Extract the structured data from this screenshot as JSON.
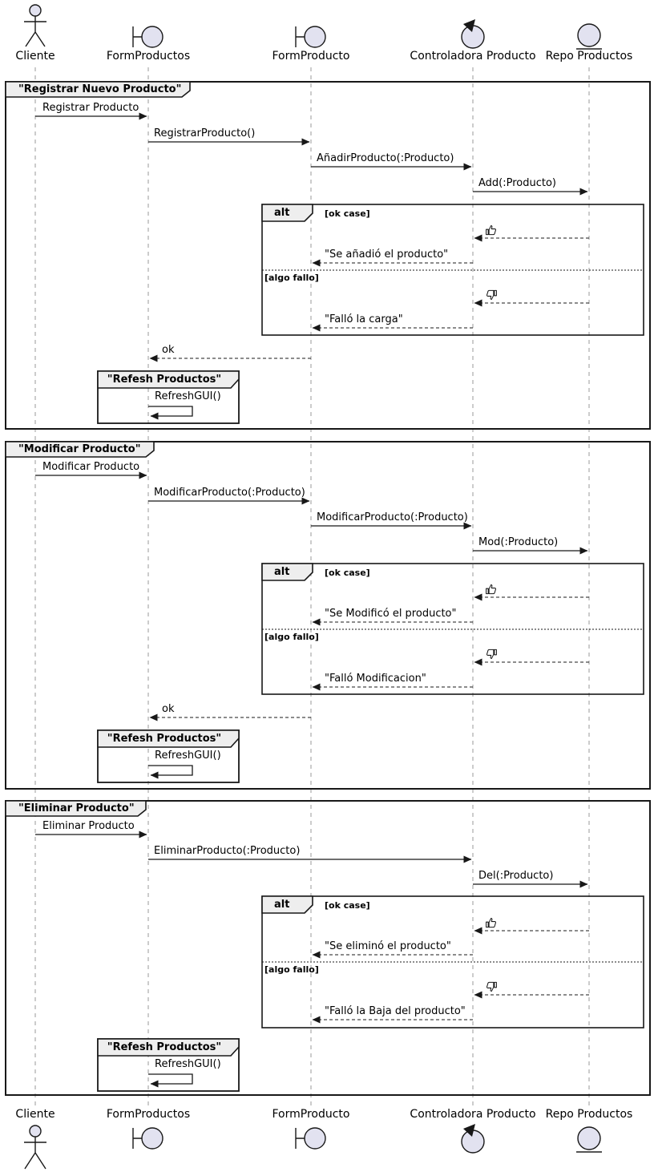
{
  "colors": {
    "line": "#181818",
    "participant_fill": "#E2E2F0",
    "frame_label_bg": "#EEEEEE",
    "lifeline": "#999999",
    "background": "#ffffff"
  },
  "participants": [
    {
      "label": "Cliente",
      "icon": "actor-icon"
    },
    {
      "label": "FormProductos",
      "icon": "boundary-icon"
    },
    {
      "label": "FormProducto",
      "icon": "boundary-icon"
    },
    {
      "label": "Controladora Producto",
      "icon": "control-icon"
    },
    {
      "label": "Repo Productos",
      "icon": "entity-icon"
    }
  ],
  "frames": [
    {
      "title": "\"Registrar Nuevo Producto\"",
      "messages": [
        "Registrar Producto",
        "RegistrarProducto()",
        "AñadirProducto(:Producto)",
        "Add(:Producto)"
      ],
      "alt": {
        "operator": "alt",
        "ok_guard": "[ok case]",
        "ok_icon": "thumbs-up-icon",
        "ok_reply": "\"Se añadió el producto\"",
        "fail_guard": "[algo fallo]",
        "fail_icon": "thumbs-down-icon",
        "fail_reply": "\"Falló la carga\""
      },
      "ok_reply": "ok",
      "refresh": {
        "title": "\"Refesh Productos\"",
        "message": "RefreshGUI()"
      }
    },
    {
      "title": "\"Modificar Producto\"",
      "messages": [
        "Modificar Producto",
        "ModificarProducto(:Producto)",
        "ModificarProducto(:Producto)",
        "Mod(:Producto)"
      ],
      "alt": {
        "operator": "alt",
        "ok_guard": "[ok case]",
        "ok_icon": "thumbs-up-icon",
        "ok_reply": "\"Se Modificó el producto\"",
        "fail_guard": "[algo fallo]",
        "fail_icon": "thumbs-down-icon",
        "fail_reply": "\"Falló Modificacion\""
      },
      "ok_reply": "ok",
      "refresh": {
        "title": "\"Refesh Productos\"",
        "message": "RefreshGUI()"
      }
    },
    {
      "title": "\"Eliminar Producto\"",
      "messages": [
        "Eliminar Producto",
        "EliminarProducto(:Producto)",
        "Del(:Producto)"
      ],
      "alt": {
        "operator": "alt",
        "ok_guard": "[ok case]",
        "ok_icon": "thumbs-up-icon",
        "ok_reply": "\"Se eliminó el producto\"",
        "fail_guard": "[algo fallo]",
        "fail_icon": "thumbs-down-icon",
        "fail_reply": "\"Falló la Baja del producto\""
      },
      "refresh": {
        "title": "\"Refesh Productos\"",
        "message": "RefreshGUI()"
      }
    }
  ]
}
